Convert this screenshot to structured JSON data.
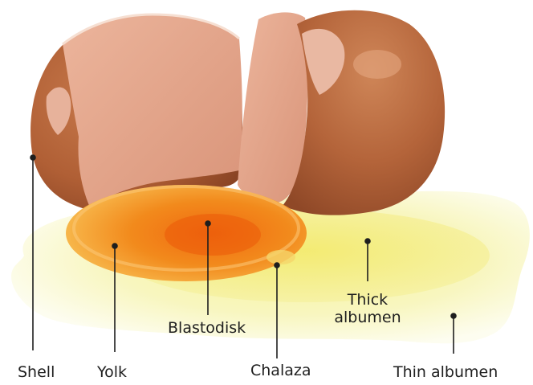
{
  "diagram": {
    "labels": {
      "shell": "Shell",
      "yolk": "Yolk",
      "blastodisk": "Blastodisk",
      "chalaza": "Chalaza",
      "thick_albumen_line1": "Thick",
      "thick_albumen_line2": "albumen",
      "thin_albumen": "Thin albumen"
    },
    "colors": {
      "shell_brown": "#b5643a",
      "shell_inner": "#e5a98e",
      "yolk_orange": "#f08c1e",
      "albumen_yellow": "#f5f09a",
      "leader_line": "#1e1e1e"
    }
  }
}
